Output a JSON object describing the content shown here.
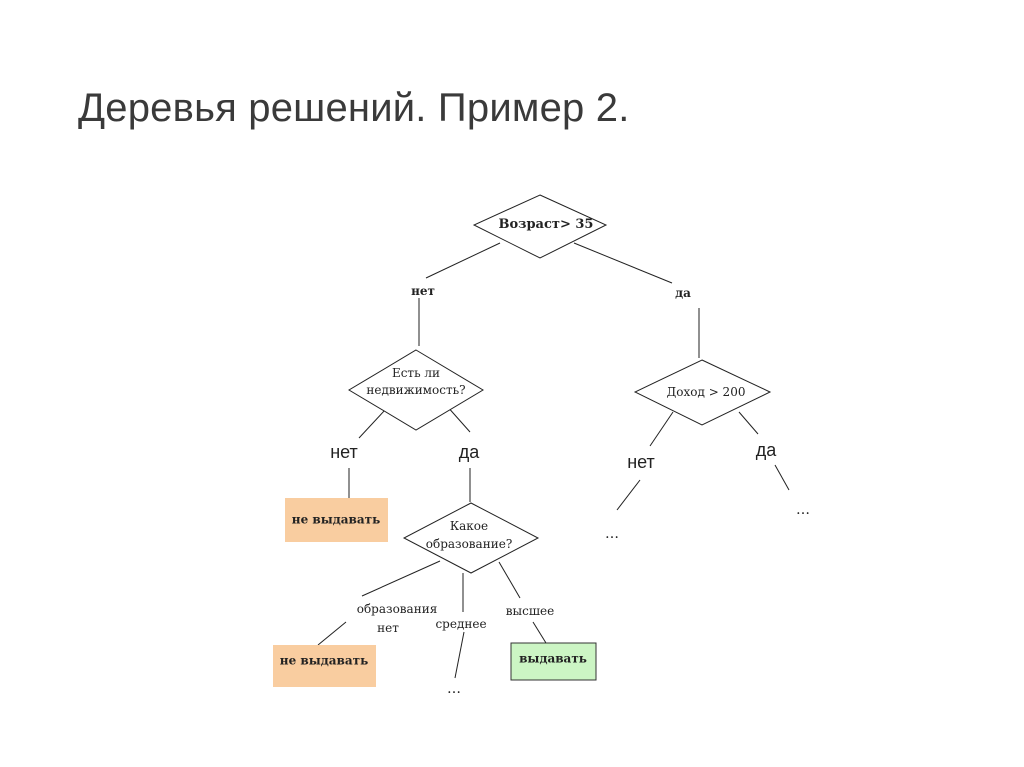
{
  "title": "Деревья решений. Пример 2.",
  "colors": {
    "reject_fill": "#f9cda0",
    "approve_fill": "#ccf5c4",
    "line": "#222222"
  },
  "diagram": {
    "nodes": {
      "age": {
        "label": "Возраст> 35"
      },
      "property": {
        "line1": "Есть ли",
        "line2": "недвижимость?"
      },
      "income": {
        "label": "Доход > 200"
      },
      "education": {
        "line1": "Какое",
        "line2": "образование?"
      }
    },
    "leaves": {
      "reject1": "не выдавать",
      "reject2": "не выдавать",
      "approve": "выдавать"
    },
    "edge_labels": {
      "age_no": "нет",
      "age_yes": "да",
      "property_no": "нет",
      "property_yes": "да",
      "income_no": "нет",
      "income_yes": "да",
      "edu_none_1": "образования",
      "edu_none_2": "нет",
      "edu_secondary": "среднее",
      "edu_higher": "высшее"
    },
    "ellipsis": {
      "income_no": "…",
      "income_yes": "…",
      "edu_secondary": "…"
    }
  }
}
